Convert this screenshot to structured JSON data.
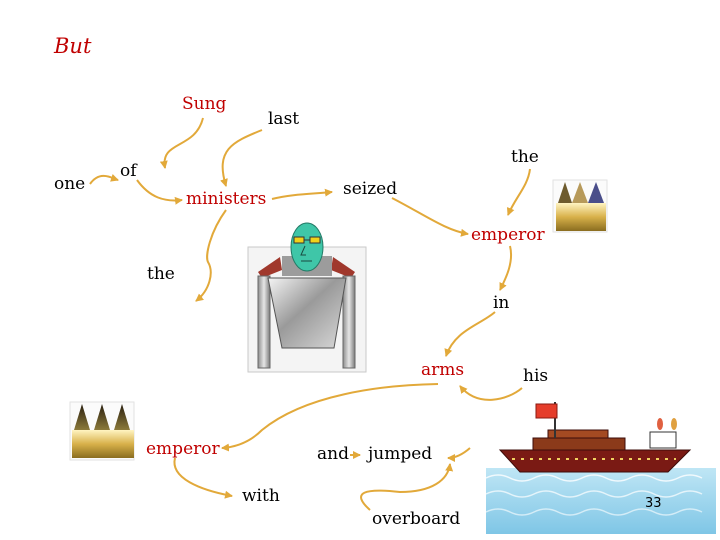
{
  "slide": {
    "title": "But",
    "page_number": "33",
    "arrow_color": "#e2a93a",
    "emphasis_color": "#c00000",
    "words": {
      "sung": "Sung",
      "last": "last",
      "one": "one",
      "of": "of",
      "ministers": "ministers",
      "seized": "seized",
      "the_1": "the",
      "emperor_1": "emperor",
      "the_2": "the",
      "in": "in",
      "arms": "arms",
      "his": "his",
      "emperor_2": "emperor",
      "and": "and",
      "jumped": "jumped",
      "with": "with",
      "overboard": "overboard"
    },
    "pictures": [
      "minister-figure",
      "crown-right",
      "crown-left",
      "ship-on-water"
    ]
  }
}
